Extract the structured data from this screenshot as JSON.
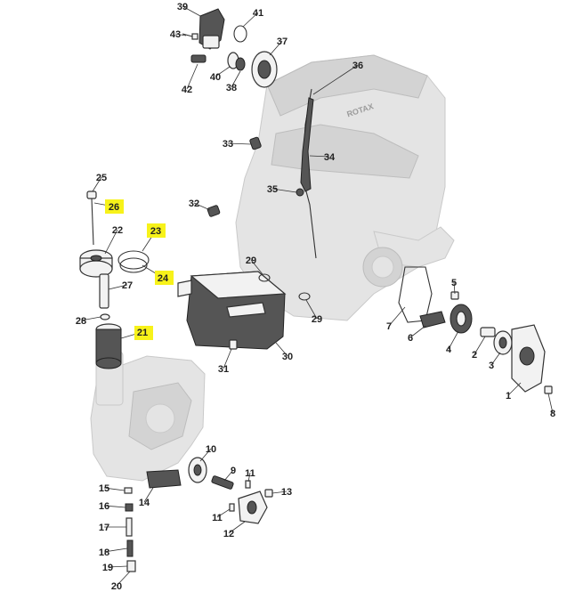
{
  "diagram": {
    "highlight_color": "#f7f21a",
    "ghost_color": "#e4e4e4",
    "engine_logo_text": "ROTAX",
    "callouts": [
      {
        "id": "1",
        "label": "1",
        "highlighted": false
      },
      {
        "id": "2",
        "label": "2",
        "highlighted": false
      },
      {
        "id": "3",
        "label": "3",
        "highlighted": false
      },
      {
        "id": "4",
        "label": "4",
        "highlighted": false
      },
      {
        "id": "5",
        "label": "5",
        "highlighted": false
      },
      {
        "id": "6",
        "label": "6",
        "highlighted": false
      },
      {
        "id": "7",
        "label": "7",
        "highlighted": false
      },
      {
        "id": "8",
        "label": "8",
        "highlighted": false
      },
      {
        "id": "9",
        "label": "9",
        "highlighted": false
      },
      {
        "id": "10",
        "label": "10",
        "highlighted": false
      },
      {
        "id": "11a",
        "label": "11",
        "highlighted": false
      },
      {
        "id": "11b",
        "label": "11",
        "highlighted": false
      },
      {
        "id": "12",
        "label": "12",
        "highlighted": false
      },
      {
        "id": "13",
        "label": "13",
        "highlighted": false
      },
      {
        "id": "14",
        "label": "14",
        "highlighted": false
      },
      {
        "id": "15",
        "label": "15",
        "highlighted": false
      },
      {
        "id": "16",
        "label": "16",
        "highlighted": false
      },
      {
        "id": "17",
        "label": "17",
        "highlighted": false
      },
      {
        "id": "18",
        "label": "18",
        "highlighted": false
      },
      {
        "id": "19",
        "label": "19",
        "highlighted": false
      },
      {
        "id": "20",
        "label": "20",
        "highlighted": false
      },
      {
        "id": "21",
        "label": "21",
        "highlighted": true
      },
      {
        "id": "22",
        "label": "22",
        "highlighted": false
      },
      {
        "id": "23",
        "label": "23",
        "highlighted": true
      },
      {
        "id": "24",
        "label": "24",
        "highlighted": true
      },
      {
        "id": "25",
        "label": "25",
        "highlighted": false
      },
      {
        "id": "26",
        "label": "26",
        "highlighted": true
      },
      {
        "id": "27",
        "label": "27",
        "highlighted": false
      },
      {
        "id": "28",
        "label": "28",
        "highlighted": false
      },
      {
        "id": "29a",
        "label": "29",
        "highlighted": false
      },
      {
        "id": "29b",
        "label": "29",
        "highlighted": false
      },
      {
        "id": "30",
        "label": "30",
        "highlighted": false
      },
      {
        "id": "31",
        "label": "31",
        "highlighted": false
      },
      {
        "id": "32",
        "label": "32",
        "highlighted": false
      },
      {
        "id": "33",
        "label": "33",
        "highlighted": false
      },
      {
        "id": "34",
        "label": "34",
        "highlighted": false
      },
      {
        "id": "35",
        "label": "35",
        "highlighted": false
      },
      {
        "id": "36",
        "label": "36",
        "highlighted": false
      },
      {
        "id": "37",
        "label": "37",
        "highlighted": false
      },
      {
        "id": "38",
        "label": "38",
        "highlighted": false
      },
      {
        "id": "39",
        "label": "39",
        "highlighted": false
      },
      {
        "id": "40",
        "label": "40",
        "highlighted": false
      },
      {
        "id": "41",
        "label": "41",
        "highlighted": false
      },
      {
        "id": "42",
        "label": "42",
        "highlighted": false
      },
      {
        "id": "43",
        "label": "43",
        "highlighted": false
      }
    ]
  }
}
